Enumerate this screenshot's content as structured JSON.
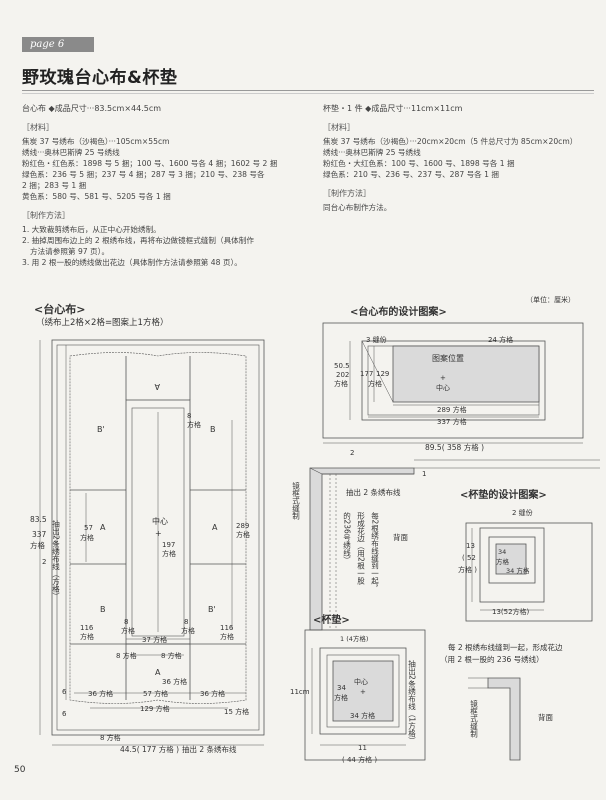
{
  "header": {
    "page_tag": "page 6",
    "title": "野玫瑰台心布&杯垫"
  },
  "left_col": {
    "head": "台心布 ◆成品尺寸···83.5cm×44.5cm",
    "materials_title": "［材料］",
    "materials": [
      "焦炭 37 号绣布（沙褐色）···105cm×55cm",
      "绣线···奥林巴斯牌 25 号绣线",
      "粉红色・红色系：1898 号 5 捆；100 号、1600 号各 4 捆；1602 号 2 捆",
      "绿色系：236 号 5 捆；237 号 4 捆；287 号 3 捆；210 号、238 号各",
      "2 捆；283 号 1 捆",
      "黄色系：580 号、581 号、5205 号各 1 捆"
    ],
    "method_title": "［制作方法］",
    "method": [
      "1. 大致裁剪绣布后，从正中心开始绣制。",
      "2. 抽掉周围布边上的 2 根绣布线，再将布边做镜框式缝制（具体制作",
      "方法请参照第 97 页）。",
      "3. 用 2 根一股的绣线做出花边（具体制作方法请参照第 48 页）。"
    ]
  },
  "right_col": {
    "head": "杯垫・1 件  ◆成品尺寸···11cm×11cm",
    "materials_title": "［材料］",
    "materials": [
      "焦炭 37 号绣布（沙褐色）···20cm×20cm（5 件总尺寸为 85cm×20cm）",
      "绣线···奥林巴斯牌 25 号绣线",
      "粉红色・大红色系：100 号、1600 号、1898 号各 1 捆",
      "绿色系：210 号、236 号、237 号、287 号各 1 捆"
    ],
    "method_title": "［制作方法］",
    "method": [
      "同台心布制作方法。"
    ]
  },
  "diagram_main": {
    "title": "<台心布>",
    "subtitle": "（绣布上2格×2格=图案上1方格）",
    "center_label": "中心",
    "plus": "+",
    "label_A": "A",
    "label_Bp": "B'",
    "label_B": "B",
    "dim_8": "8",
    "dim_fange": "方格",
    "dim_197": "197",
    "dim_57": "57",
    "dim_289": "289",
    "dim_116": "116",
    "dim_37": "37 方格",
    "dim_8x2": "8 方格",
    "dim_36": "36 方格",
    "dim_36b": "36 方格",
    "dim_57b": "57 方格",
    "dim_36c": "36 方格",
    "dim_129": "129 方格",
    "dim_15": "15 方格",
    "dim_8bl": "8 方格",
    "height_835": "83.5",
    "height_337": "337",
    "height_fg": "方格",
    "left_2": "2",
    "left_6a": "6",
    "left_6b": "6",
    "pull_thread_vertical": "抽出2条绣布线（方格）",
    "pull_thread_bottom": "抽出 2 条绣布线",
    "width_bottom": "44.5( 177 方格 )"
  },
  "diagram_design": {
    "title": "<台心布的设计图案>",
    "unit": "（单位：厘米）",
    "seam": "3 缝份",
    "grid_24": "24 方格",
    "pattern_pos": "图案位置",
    "center": "中心",
    "h_505": "50.5",
    "h_202": "202",
    "h_fg": "方格",
    "h_177": "177",
    "h_129": "129",
    "h_fg2": "方格",
    "w_289": "289 方格",
    "w_337": "337 方格",
    "w_895": "89.5( 358 方格 )"
  },
  "corner_detail": {
    "label_2": "2",
    "label_1": "1",
    "pull": "抽出 2 条绣布线",
    "mirror": "镜框式缝制",
    "text1": "每2根绣布线缝到一起，",
    "text2": "形成花边（用2根一股",
    "text3": "的236号绣线）",
    "back": "背面"
  },
  "coaster_design": {
    "title": "<杯垫的设计图案>",
    "seam": "2 缝份",
    "dim_13": "13",
    "dim_52": "( 52",
    "dim_fg": "方格 )",
    "dim_34a": "34",
    "dim_fga": "方格",
    "dim_34b": "34 方格",
    "width": "13(52方格)"
  },
  "coaster": {
    "title": "<杯垫>",
    "top": "1 (4方格)",
    "center": "中心",
    "d34": "34",
    "d34fg": "方格",
    "d34b": "34 方格",
    "h11": "11cm",
    "w11": "11",
    "w44": "( 44 方格 )",
    "pull": "抽出2条绣布线（1方格）",
    "note1": "每 2 根绣布线缝到一起，形成花边",
    "note2": "（用 2 根一股的 236 号绣线）",
    "mirror": "镜框式缝制",
    "back": "背面"
  },
  "page_number": "50"
}
